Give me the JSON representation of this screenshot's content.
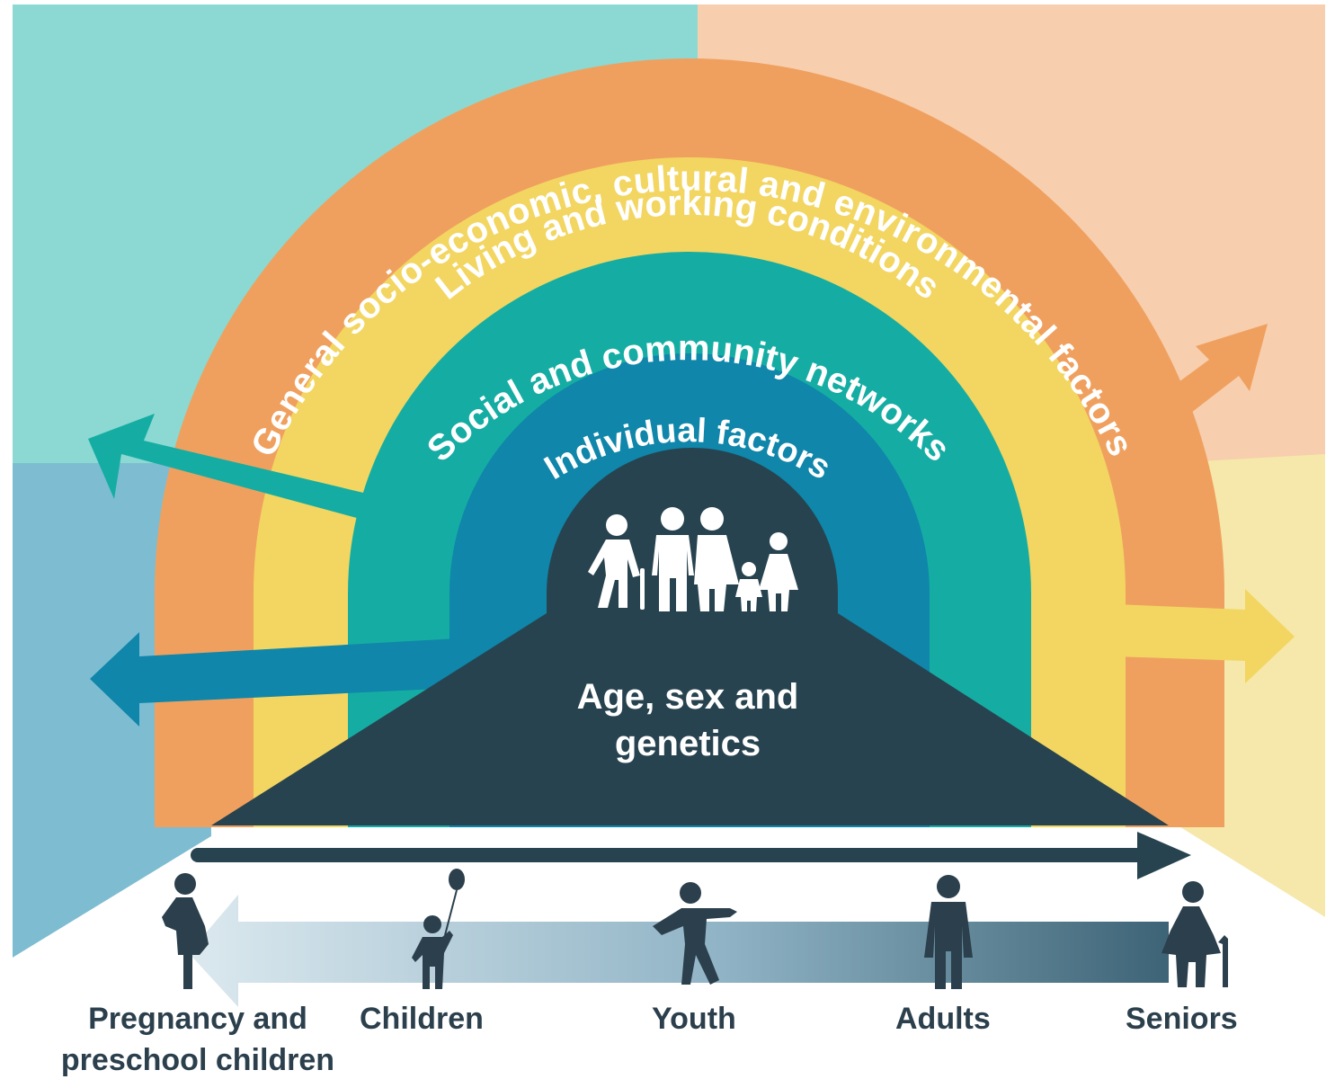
{
  "rings": [
    {
      "label": "General socio-economic, cultural and environmental factors",
      "color": "#F0A05E"
    },
    {
      "label": "Living and working conditions",
      "color": "#F2D661"
    },
    {
      "label": "Social and community networks",
      "color": "#15ADA3"
    },
    {
      "label": "Individual factors",
      "color": "#0F86AA"
    }
  ],
  "center": {
    "line1": "Age, sex and",
    "line2": "genetics",
    "color": "#27434F"
  },
  "life_stages": [
    {
      "label_line1": "Pregnancy and",
      "label_line2": "preschool children",
      "icon": "pregnant-woman-icon"
    },
    {
      "label_line1": "Children",
      "icon": "child-with-balloon-icon"
    },
    {
      "label_line1": "Youth",
      "icon": "running-youth-icon"
    },
    {
      "label_line1": "Adults",
      "icon": "adult-icon"
    },
    {
      "label_line1": "Seniors",
      "icon": "senior-with-cane-icon"
    }
  ],
  "center_icon": "family-icon",
  "background_colors": {
    "top_left": "#8BD9D2",
    "top_right": "#F7CEAE",
    "bottom_left": "#7EBDD1",
    "bottom_right": "#F5E8AA"
  }
}
